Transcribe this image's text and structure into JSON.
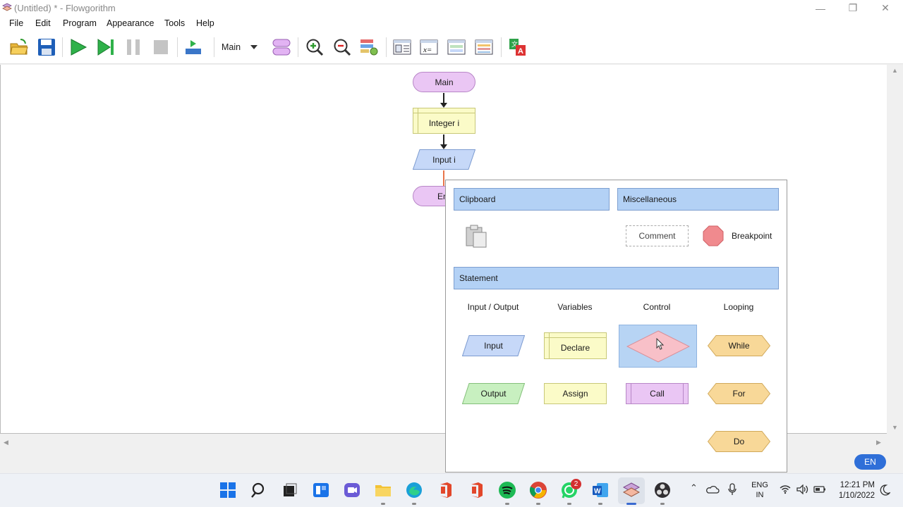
{
  "window": {
    "title": "(Untitled) * - Flowgorithm"
  },
  "menu": {
    "items": [
      "File",
      "Edit",
      "Program",
      "Appearance",
      "Tools",
      "Help"
    ]
  },
  "toolbar": {
    "function_selector": "Main",
    "buttons": [
      "open-folder-icon",
      "save-icon",
      "run-icon",
      "step-icon",
      "pause-icon",
      "stop-icon",
      "run-speed-icon",
      "add-function-icon",
      "zoom-in-icon",
      "zoom-out-icon",
      "layout-settings-icon",
      "split-view-icon",
      "variable-watch-icon",
      "console-icon",
      "source-viewer-icon",
      "translate-icon"
    ]
  },
  "flowchart": {
    "start_label": "Main",
    "declare_label": "Integer i",
    "input_label": "Input i",
    "end_label_visible": "En"
  },
  "palette": {
    "sections": {
      "clipboard": "Clipboard",
      "misc": "Miscellaneous",
      "statement": "Statement"
    },
    "misc_items": {
      "comment": "Comment",
      "breakpoint": "Breakpoint"
    },
    "columns": [
      "Input / Output",
      "Variables",
      "Control",
      "Looping"
    ],
    "shapes": {
      "input": "Input",
      "output": "Output",
      "declare": "Declare",
      "assign": "Assign",
      "call": "Call",
      "while": "While",
      "for": "For",
      "do": "Do"
    },
    "hovered": "Control (If)"
  },
  "status": {
    "language_badge": "EN"
  },
  "taskbar": {
    "whatsapp_badge": "2",
    "tray_lang": [
      "ENG",
      "IN"
    ],
    "clock_time": "12:21 PM",
    "clock_date": "1/10/2022"
  },
  "colors": {
    "accent": "#2f6fd8",
    "palette_header": "#b3d1f5",
    "terminal": "#eac6f4",
    "declare": "#fbfbc8",
    "io": "#c6d8f8",
    "loop": "#f8d898",
    "control": "#f8c0c8"
  }
}
